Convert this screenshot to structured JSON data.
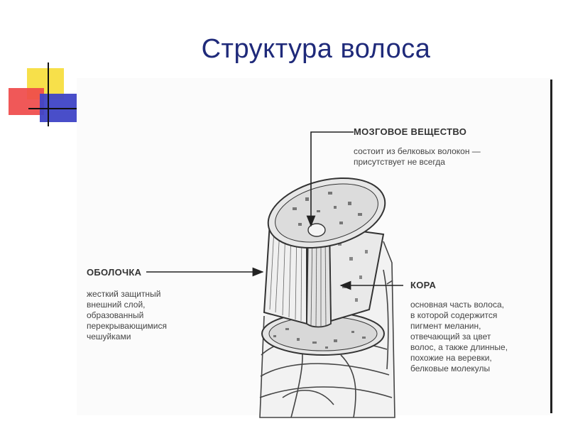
{
  "title": "Структура волоса",
  "labels": {
    "medulla": {
      "heading": "МОЗГОВОЕ ВЕЩЕСТВО",
      "description": "состоит из белковых волокон —\nприсутствует не всегда"
    },
    "cuticle": {
      "heading": "ОБОЛОЧКА",
      "description": "жесткий защитный\nвнешний слой,\nобразованный\nперекрывающимися\nчешуйками"
    },
    "cortex": {
      "heading": "КОРА",
      "description": "основная часть волоса,\nв которой содержится\nпигмент меланин,\nотвечающий за цвет\nволос, а также длинные,\nпохожие на веревки,\nбелковые молекулы"
    }
  },
  "colors": {
    "title": "#1f2a7a",
    "deco_yellow": "#f7e04a",
    "deco_red": "#ef4a4a",
    "deco_blue": "#3f44c6"
  }
}
